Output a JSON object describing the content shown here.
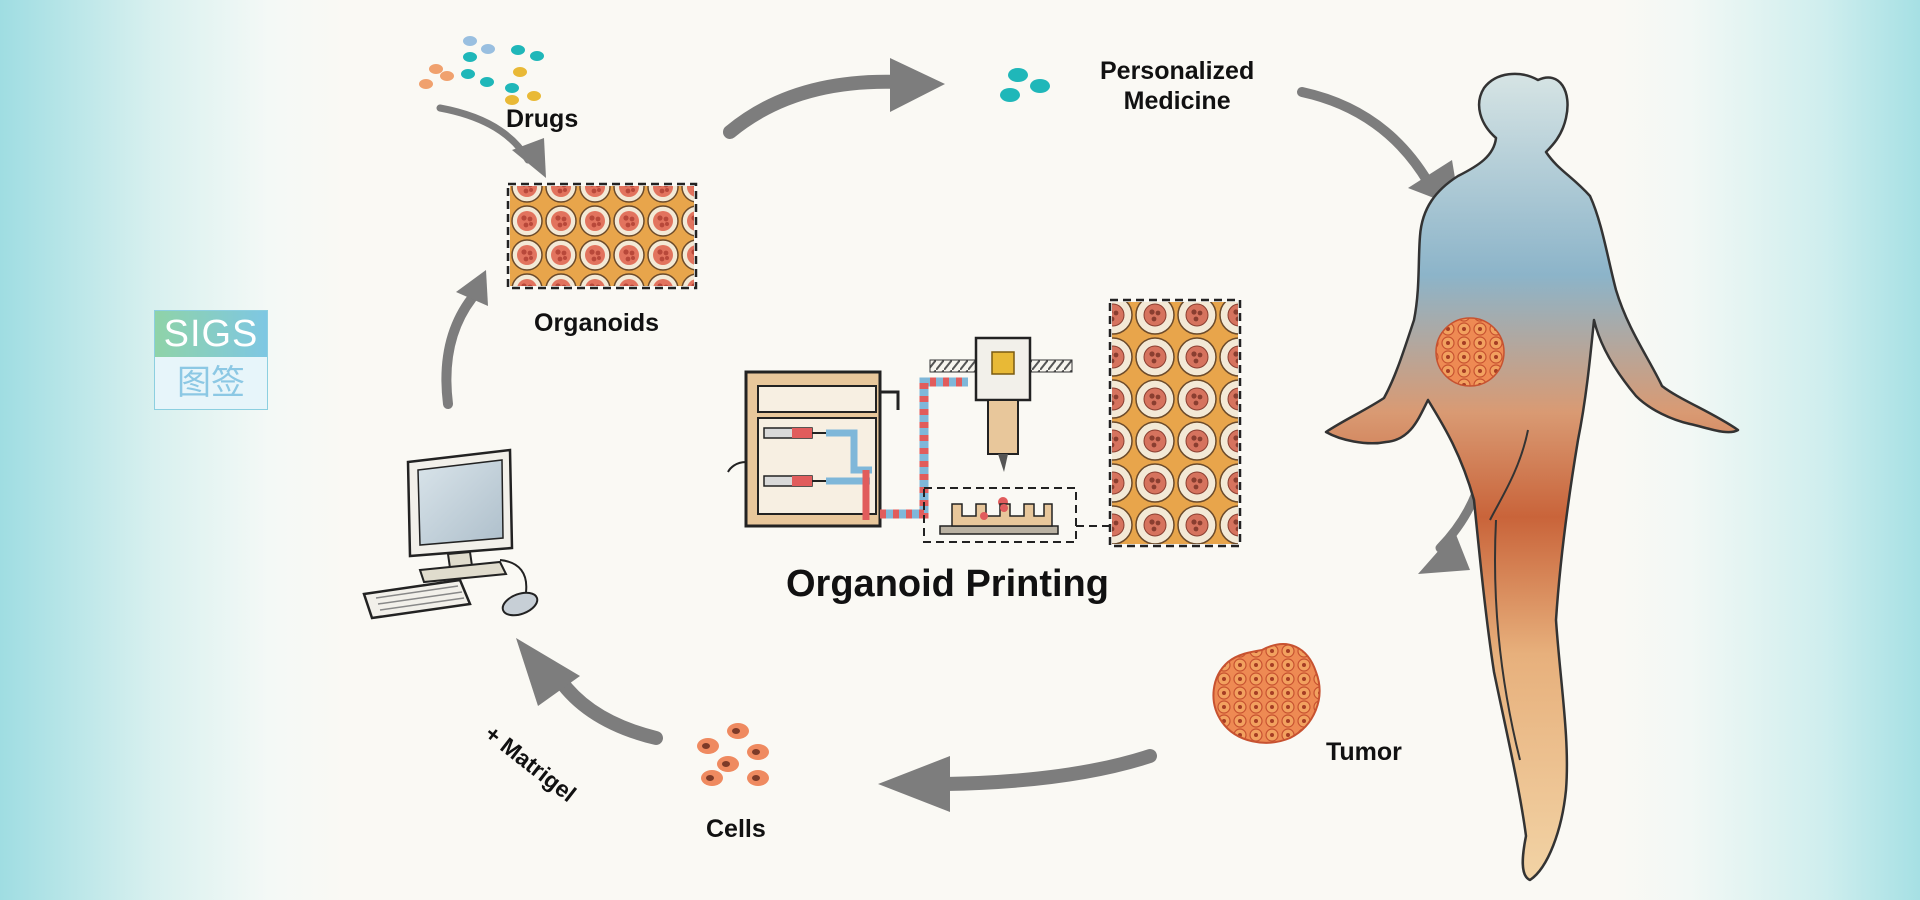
{
  "labels": {
    "drugs": "Drugs",
    "organoids": "Organoids",
    "personalized_medicine_line1": "Personalized",
    "personalized_medicine_line2": "Medicine",
    "organoid_printing": "Organoid Printing",
    "tumor": "Tumor",
    "cells": "Cells",
    "matrigel": "+ Matrigel"
  },
  "logo": {
    "text_top": "SIGS",
    "text_bottom": "图签"
  },
  "colors": {
    "arrow": "#7d7d7d",
    "organoid_fill": "#e8a54b",
    "organoid_cell": "#e2735e",
    "printer_frame": "#d9ad78",
    "tube_blue": "#7fb7d9",
    "tube_red": "#e15c5c",
    "drug_teal": "#1fb7b9"
  }
}
